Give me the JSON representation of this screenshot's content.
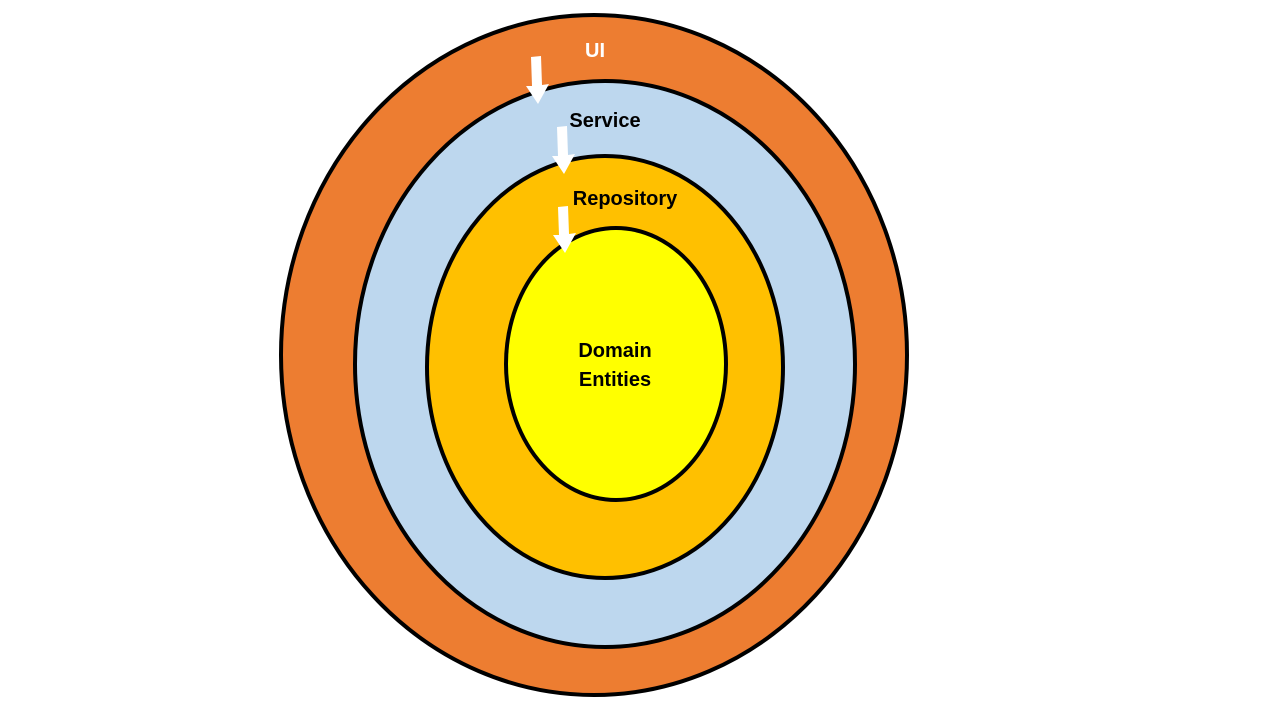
{
  "layers": {
    "ui": {
      "label": "UI",
      "fill": "#ED7D31",
      "text_color": "#FFFFFF"
    },
    "service": {
      "label": "Service",
      "fill": "#BDD7EE",
      "text_color": "#000000"
    },
    "repository": {
      "label": "Repository",
      "fill": "#FFC000",
      "text_color": "#000000"
    },
    "domain": {
      "label_line1": "Domain",
      "label_line2": "Entities",
      "fill": "#FFFF00",
      "text_color": "#000000"
    }
  },
  "outline_color": "#000000",
  "arrow_color": "#FFFFFF",
  "arrow_icon": "down-arrow-icon"
}
